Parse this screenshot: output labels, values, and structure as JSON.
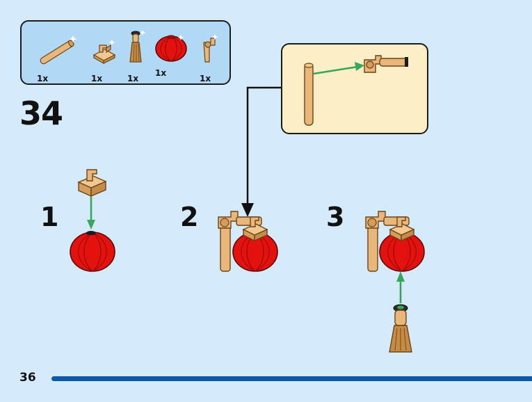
{
  "parts_list": {
    "items": [
      {
        "name": "bar-piece",
        "qty": "1x"
      },
      {
        "name": "clip-plate",
        "qty": "1x"
      },
      {
        "name": "tassel",
        "qty": "1x"
      },
      {
        "name": "red-lantern",
        "qty": "1x"
      },
      {
        "name": "bar-holder",
        "qty": "1x"
      }
    ]
  },
  "step": {
    "number": "34",
    "sub_steps": [
      "1",
      "2",
      "3"
    ]
  },
  "page": {
    "number": "36"
  },
  "colors": {
    "background": "#d5ebfb",
    "parts_box": "#b1d9f6",
    "callout": "#fcefc8",
    "tan": "#e8b779",
    "lantern_red": "#e3120e",
    "arrow_green": "#3aa65a",
    "page_bar": "#0a5aa7"
  }
}
